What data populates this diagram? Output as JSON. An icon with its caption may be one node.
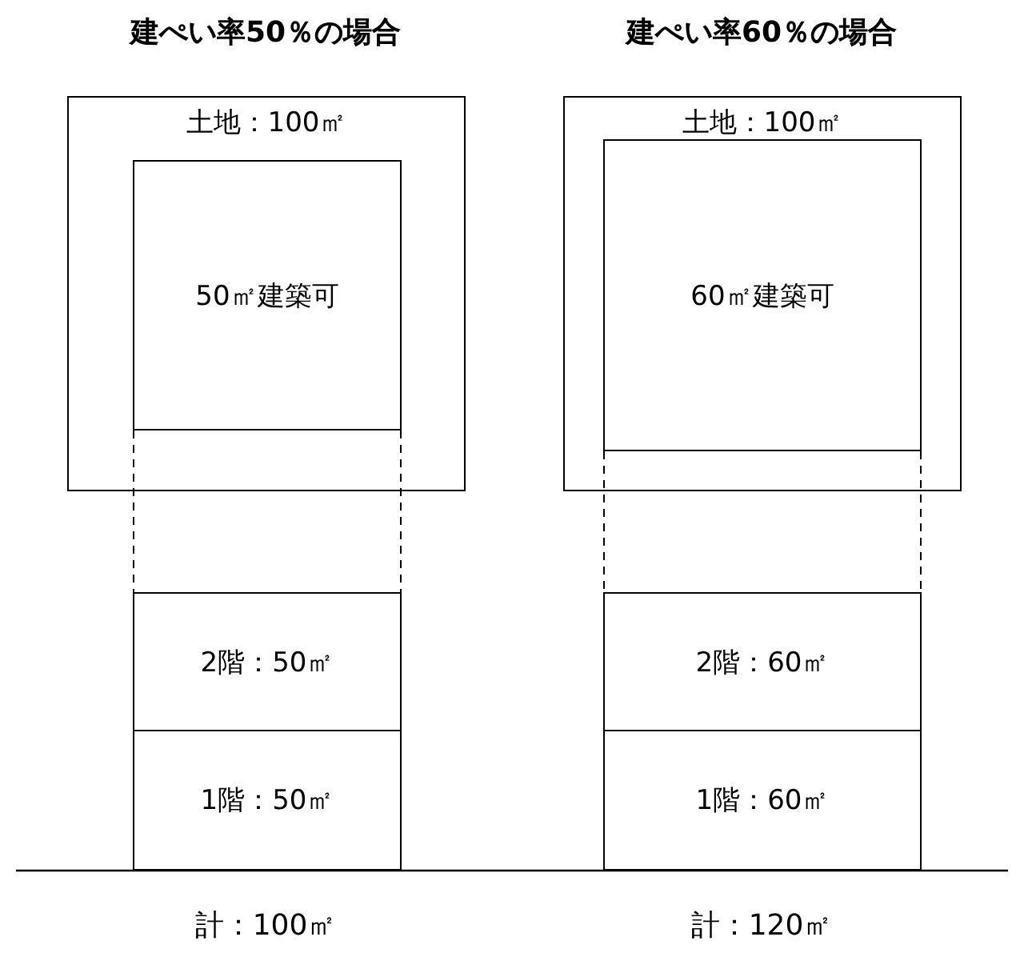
{
  "diagram": {
    "nodes": [
      {
        "text": [
          "土地：100㎡"
        ]
      },
      {
        "text": [
          "50㎡建築可"
        ],
        "in": 0
      },
      {
        "text": [
          "2階：50㎡"
        ]
      },
      {
        "text": [
          "1階：50㎡"
        ]
      },
      {
        "text": [
          "土地：100㎡"
        ]
      },
      {
        "text": [
          "60㎡建築可"
        ],
        "in": 4
      },
      {
        "text": [
          "2階：60㎡"
        ]
      },
      {
        "text": [
          "1階：60㎡"
        ]
      }
    ],
    "edges": [
      {
        "from": 1,
        "to": 2,
        "arrow": "none",
        "style": "dashed"
      },
      {
        "from": 5,
        "to": 6,
        "arrow": "none",
        "style": "dashed"
      }
    ],
    "labels": [
      "建ぺい率50％の場合",
      "建ぺい率60％の場合",
      "計：100㎡",
      "計：120㎡"
    ]
  }
}
